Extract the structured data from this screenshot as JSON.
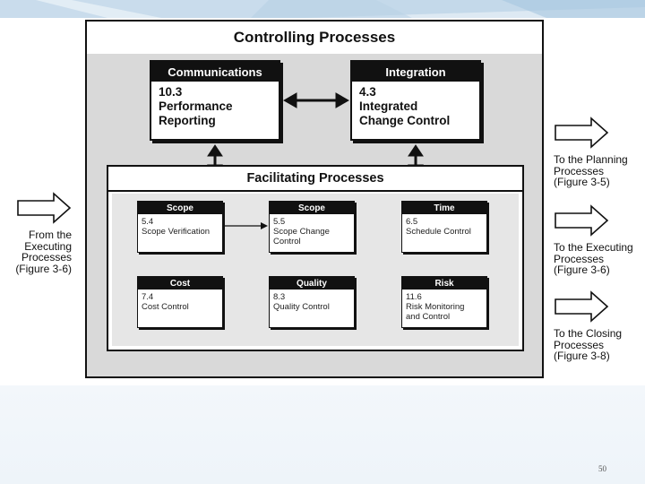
{
  "header": {
    "title": "Controlling Processes"
  },
  "core_processes": [
    {
      "category": "Communications",
      "number": "10.3",
      "name": [
        "Performance",
        "Reporting"
      ]
    },
    {
      "category": "Integration",
      "number": "4.3",
      "name": [
        "Integrated",
        "Change Control"
      ]
    }
  ],
  "facilitating": {
    "title": "Facilitating Processes",
    "boxes": [
      {
        "category": "Scope",
        "number": "5.4",
        "name": [
          "Scope Verification"
        ]
      },
      {
        "category": "Scope",
        "number": "5.5",
        "name": [
          "Scope Change",
          "Control"
        ]
      },
      {
        "category": "Time",
        "number": "6.5",
        "name": [
          "Schedule Control"
        ]
      },
      {
        "category": "Cost",
        "number": "7.4",
        "name": [
          "Cost Control"
        ]
      },
      {
        "category": "Quality",
        "number": "8.3",
        "name": [
          "Quality Control"
        ]
      },
      {
        "category": "Risk",
        "number": "11.6",
        "name": [
          "Risk Monitoring",
          "and Control"
        ]
      }
    ]
  },
  "inputs": {
    "from_executing": [
      "From the",
      "Executing",
      "Processes",
      "(Figure 3-6)"
    ]
  },
  "outputs": [
    [
      "To the Planning",
      "Processes",
      "(Figure 3-5)"
    ],
    [
      "To the Executing",
      "Processes",
      "(Figure 3-6)"
    ],
    [
      "To the Closing",
      "Processes",
      "(Figure 3-8)"
    ]
  ],
  "footer": {
    "page_number": "50"
  },
  "colors": {
    "box_header": "#111111",
    "panel_gray": "#d9d9d9",
    "banner_blue": "#c9dcec"
  }
}
